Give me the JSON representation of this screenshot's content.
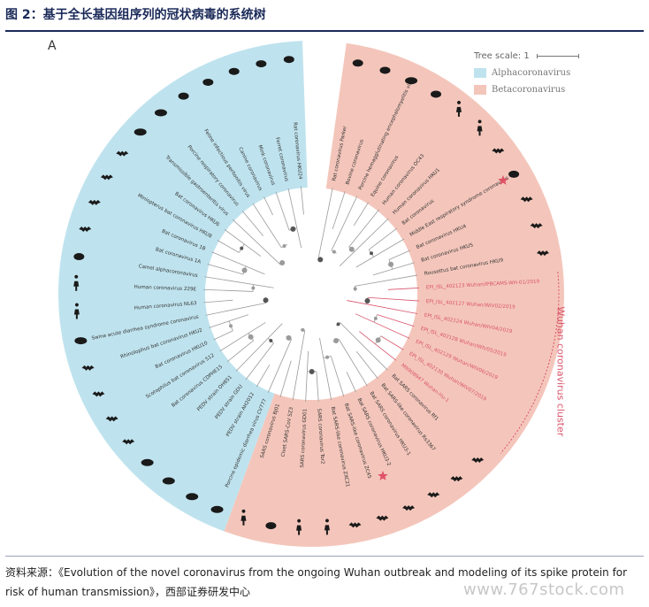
{
  "figure": {
    "title": "图 2：基于全长基因组序列的冠状病毒的系统树",
    "panel_letter": "A"
  },
  "legend": {
    "tree_scale_label": "Tree scale: 1",
    "alpha_label": "Alphacoronavirus",
    "beta_label": "Betacoronavirus",
    "alpha_color": "#bfe3ee",
    "beta_color": "#f4c6bb"
  },
  "cluster": {
    "label": "Wuhan coronavirus cluster",
    "color": "#d9536b"
  },
  "source": {
    "text": "资料来源：《Evolution of the novel coronavirus from the ongoing Wuhan outbreak and modeling of its spike protein for risk of human transmission》，西部证券研发中心"
  },
  "watermark": "www.767stock.com",
  "leaves": [
    {
      "label": "Rat coronavirus Parker",
      "group": "beta",
      "host": "rat-icon"
    },
    {
      "label": "Bovine coronavirus",
      "group": "beta",
      "host": "cow-icon"
    },
    {
      "label": "Porcine hemagglutinating encephalomyelitis virus",
      "group": "beta",
      "host": "pig-icon"
    },
    {
      "label": "Equine coronavirus",
      "group": "beta",
      "host": "horse-icon"
    },
    {
      "label": "Human coronavirus OC43",
      "group": "beta",
      "host": "human-icon"
    },
    {
      "label": "Human coronavirus HKU1",
      "group": "beta",
      "host": "human-icon"
    },
    {
      "label": "Bat coronavirus",
      "group": "beta",
      "host": "bat-icon"
    },
    {
      "label": "Middle East respiratory syndrome coronavirus",
      "group": "beta",
      "host": "camel-icon"
    },
    {
      "label": "Bat coronavirus HKU4",
      "group": "beta",
      "host": "bat-icon"
    },
    {
      "label": "Bat coronavirus HKU5",
      "group": "beta",
      "host": "bat-icon"
    },
    {
      "label": "Rousettus bat coronavirus HKU9",
      "group": "beta",
      "host": "bat-icon"
    },
    {
      "label": "EPI_ISL_402123 Wuhan/IPBCAMS-WH-01/2019",
      "group": "wuhan",
      "host": ""
    },
    {
      "label": "EPI_ISL_402127 Wuhan/WIV02/2019",
      "group": "wuhan",
      "host": ""
    },
    {
      "label": "EPI_ISL_402124 Wuhan/WIV04/2019",
      "group": "wuhan",
      "host": ""
    },
    {
      "label": "EPI_ISL_402128 Wuhan/WIV05/2019",
      "group": "wuhan",
      "host": ""
    },
    {
      "label": "EPI_ISL_402129 Wuhan/WIV06/2019",
      "group": "wuhan",
      "host": ""
    },
    {
      "label": "EPI_ISL_402130 Wuhan/WIV07/2019",
      "group": "wuhan",
      "host": ""
    },
    {
      "label": "MN908947 Wuhan-Hu-1",
      "group": "wuhan",
      "host": ""
    },
    {
      "label": "Bat SARS coronavirus Rf1",
      "group": "beta",
      "host": "bat-icon"
    },
    {
      "label": "Bat SARS-like coronavirus Rs3367",
      "group": "beta",
      "host": "bat-icon"
    },
    {
      "label": "Bat SARS coronavirus HKU3-1",
      "group": "beta",
      "host": "bat-icon"
    },
    {
      "label": "Bat SARS coronavirus HKU3-2",
      "group": "beta",
      "host": "bat-icon"
    },
    {
      "label": "Bat SARS-like coronavirus ZC45",
      "group": "beta",
      "host": "bat-icon"
    },
    {
      "label": "Bat SARS-like coronavirus ZXC21",
      "group": "beta",
      "host": "bat-icon"
    },
    {
      "label": "SARS coronavirus Tor2",
      "group": "beta",
      "host": "human-icon"
    },
    {
      "label": "SARS coronavirus GD01",
      "group": "beta",
      "host": "human-icon"
    },
    {
      "label": "Civet SARS-CoV SZ3",
      "group": "beta",
      "host": "civet-icon"
    },
    {
      "label": "SARS coronavirus BJ01",
      "group": "beta",
      "host": "human-icon"
    },
    {
      "label": "Porcine epidemic diarrhea virus CV777",
      "group": "alpha",
      "host": "pig-icon"
    },
    {
      "label": "PEDV strain AH2012",
      "group": "alpha",
      "host": "pig-icon"
    },
    {
      "label": "PEDV strain GDU",
      "group": "alpha",
      "host": "pig-icon"
    },
    {
      "label": "PEDV strain OH851",
      "group": "alpha",
      "host": "pig-icon"
    },
    {
      "label": "Bat coronavirus CDPHE15",
      "group": "alpha",
      "host": "bat-icon"
    },
    {
      "label": "Scotophilus bat coronavirus 512",
      "group": "alpha",
      "host": "bat-icon"
    },
    {
      "label": "Bat coronavirus HKU10",
      "group": "alpha",
      "host": "bat-icon"
    },
    {
      "label": "Rhinolophus bat coronavirus HKU2",
      "group": "alpha",
      "host": "bat-icon"
    },
    {
      "label": "Swine acute diarrhea syndrome coronavirus",
      "group": "alpha",
      "host": "pig-icon"
    },
    {
      "label": "Human coronavirus NL63",
      "group": "alpha",
      "host": "human-icon"
    },
    {
      "label": "Human coronavirus 229E",
      "group": "alpha",
      "host": "human-icon"
    },
    {
      "label": "Camel alphacoronavirus",
      "group": "alpha",
      "host": "camel-icon"
    },
    {
      "label": "Bat coronavirus 1A",
      "group": "alpha",
      "host": "bat-icon"
    },
    {
      "label": "Bat coronavirus 1B",
      "group": "alpha",
      "host": "bat-icon"
    },
    {
      "label": "Miniopterus bat coronavirus HKU8",
      "group": "alpha",
      "host": "bat-icon"
    },
    {
      "label": "Bat coronavirus HKU6",
      "group": "alpha",
      "host": "bat-icon"
    },
    {
      "label": "Transmissible gastroenteritis virus",
      "group": "alpha",
      "host": "pig-icon"
    },
    {
      "label": "Porcine respiratory coronavirus",
      "group": "alpha",
      "host": "pig-icon"
    },
    {
      "label": "Feline infectious peritonitis virus",
      "group": "alpha",
      "host": "cat-icon"
    },
    {
      "label": "Canine coronavirus",
      "group": "alpha",
      "host": "dog-icon"
    },
    {
      "label": "Mink coronavirus",
      "group": "alpha",
      "host": "ferret-icon"
    },
    {
      "label": "Ferret coronavirus",
      "group": "alpha",
      "host": "ferret-icon"
    },
    {
      "label": "Rat coronavirus HKU24",
      "group": "alpha",
      "host": "rat-icon"
    }
  ]
}
